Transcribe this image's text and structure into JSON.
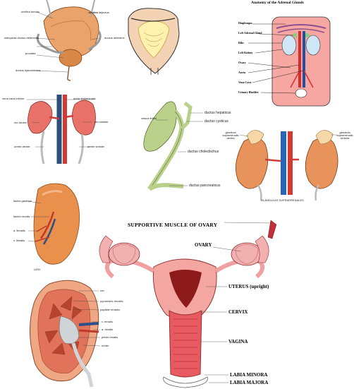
{
  "bladder_panel": {
    "labels": [
      "urethra fundus",
      "urethra dejectus",
      "ostiopeda ductus deferentis",
      "ductus deferens",
      "prostata",
      "ductus ejaculatorius"
    ]
  },
  "adrenal_panel": {
    "title": "Anatomy of the Adrenal Glands",
    "labels": [
      "Diaphragm",
      "Left Adrenal Gland",
      "Ribs",
      "Left Kidney",
      "Ovary",
      "Aorta",
      "Vena Cava",
      "Urinary Bladder"
    ]
  },
  "kidney_vessels_panel": {
    "labels": [
      "vena cava inferior",
      "aorta abdominalis",
      "ren dexter",
      "ren sinister",
      "ureter dexter",
      "ureter sinister"
    ]
  },
  "gallbladder_panel": {
    "labels": [
      "ductus hepaticus",
      "ductus cysticus",
      "vesica fellea",
      "ductus choledochus",
      "ductus pancreaticus"
    ]
  },
  "glandulas_panel": {
    "labels": [
      "glandula suprarrenalis dextra",
      "glandula suprarrenalis sinistra"
    ],
    "caption": "GLÁNDULAS SUPRARRENALES"
  },
  "lien_panel": {
    "labels": [
      "facies gastrica",
      "facies renalis",
      "a. lienalis",
      "v. lienalis"
    ],
    "caption": "LIEN"
  },
  "renal_section_panel": {
    "labels": [
      "ren",
      "pyramides renales",
      "papillae renales",
      "v. renalis",
      "a. renalis",
      "pelvis renalis",
      "ureter"
    ]
  },
  "uterus_panel": {
    "title": "SUPPORTIVE MUSCLE OF OVARY",
    "labels": [
      "OVARY",
      "UTERUS (upright)",
      "CERVIX",
      "VAGINA",
      "LABIA MINORA",
      "LABIA MAJORA"
    ]
  }
}
